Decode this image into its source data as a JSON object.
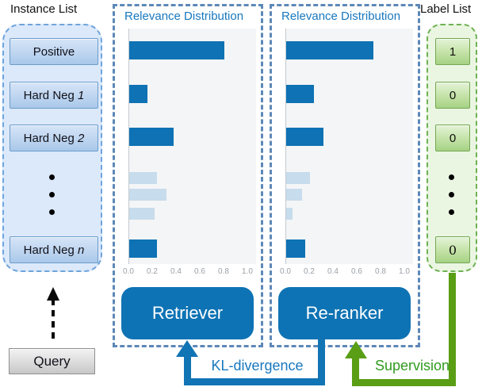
{
  "instance_list": {
    "title": "Instance List",
    "items": [
      {
        "text": "Positive",
        "var": ""
      },
      {
        "text": "Hard Neg ",
        "var": "1"
      },
      {
        "text": "Hard Neg ",
        "var": "2"
      },
      {
        "text": "Hard Neg ",
        "var": "n"
      }
    ]
  },
  "label_list": {
    "title": "Label List",
    "items": [
      "1",
      "0",
      "0",
      "0"
    ]
  },
  "query": {
    "label": "Query"
  },
  "models": {
    "retriever": "Retriever",
    "reranker": "Re-ranker"
  },
  "edges": {
    "kl_label": "KL-divergence",
    "supervision_label": "Supervision"
  },
  "chart_data": [
    {
      "type": "bar",
      "orientation": "horizontal",
      "title": "Relevance Distribution",
      "source_model": "Retriever",
      "categories": [
        "Positive",
        "Hard Neg 1",
        "Hard Neg 2",
        "…",
        "…",
        "…",
        "Hard Neg n"
      ],
      "values": [
        0.8,
        0.15,
        0.37,
        0.23,
        0.31,
        0.21,
        0.23
      ],
      "emphasis": [
        true,
        true,
        true,
        false,
        false,
        false,
        true
      ],
      "xlim": [
        0,
        1
      ],
      "xtick_labels": [
        "0.0",
        "0.2",
        "0.4",
        "0.6",
        "0.8",
        "1.0"
      ],
      "grid": false,
      "legend": "none"
    },
    {
      "type": "bar",
      "orientation": "horizontal",
      "title": "Relevance Distribution",
      "source_model": "Re-ranker",
      "categories": [
        "Positive",
        "Hard Neg 1",
        "Hard Neg 2",
        "…",
        "…",
        "…",
        "Hard Neg n"
      ],
      "values": [
        0.73,
        0.23,
        0.31,
        0.2,
        0.13,
        0.05,
        0.16
      ],
      "emphasis": [
        true,
        true,
        true,
        false,
        false,
        false,
        true
      ],
      "xlim": [
        0,
        1
      ],
      "xtick_labels": [
        "0.0",
        "0.2",
        "0.4",
        "0.6",
        "0.8",
        "1.0"
      ],
      "grid": false,
      "legend": "none"
    }
  ],
  "colors": {
    "bar_primary": "#0e72b4",
    "bar_faded": "#c7dcec",
    "accent_blue": "#1878be",
    "accent_green": "#2f9b1e",
    "green_line": "#5a9e16",
    "blue_line": "#1174b5",
    "panel_border": "#5d88b8",
    "instance_fill": "#dbe9fb",
    "label_fill": "#eaf6e2"
  }
}
